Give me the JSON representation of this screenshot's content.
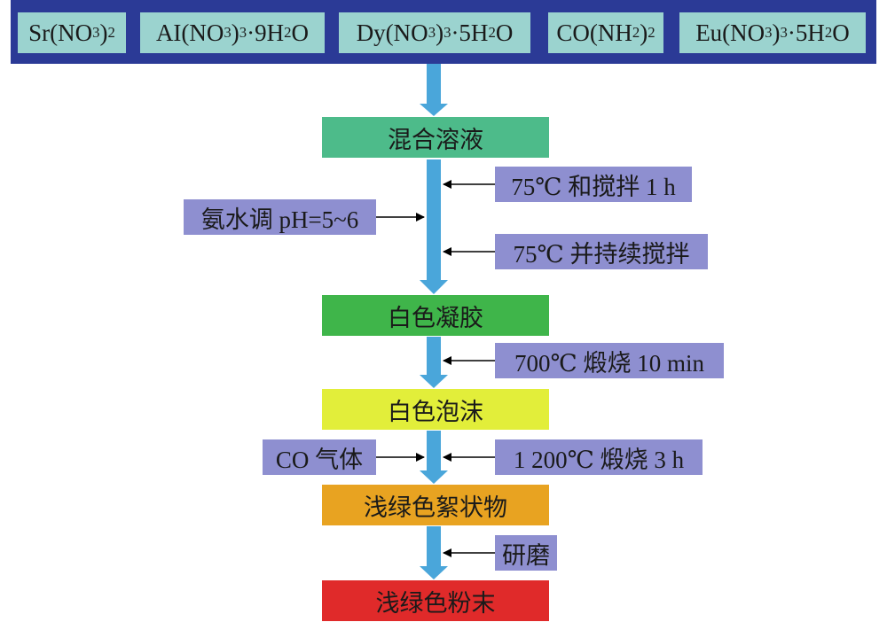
{
  "colors": {
    "header_bar": "#2b3a96",
    "reagent_box": "#9bd3cf",
    "condition_box": "#8e8fd0",
    "main_arrow": "#4aa6da",
    "side_arrow": "#000000",
    "step_mixed_solution": "#4dbb8a",
    "step_white_gel": "#3fb54a",
    "step_white_foam": "#e2ee3a",
    "step_floc": "#e8a321",
    "step_powder": "#e02a2a"
  },
  "reagents": [
    {
      "pre": "Sr(NO",
      "s1": "3",
      "mid": ")",
      "s2": "2",
      "post": ""
    },
    {
      "pre": "AI(NO",
      "s1": "3",
      "mid": ")",
      "s2": "3",
      "post": "·9H",
      "s3": "2",
      "tail": "O"
    },
    {
      "pre": "Dy(NO",
      "s1": "3",
      "mid": ")",
      "s2": "3",
      "post": "·5H",
      "s3": "2",
      "tail": "O"
    },
    {
      "pre": "CO(NH",
      "s1": "2",
      "mid": ")",
      "s2": "2",
      "post": ""
    },
    {
      "pre": "Eu(NO",
      "s1": "3",
      "mid": ")",
      "s2": "3",
      "post": "·5H",
      "s3": "2",
      "tail": "O"
    }
  ],
  "steps": {
    "mixed_solution": "混合溶液",
    "white_gel": "白色凝胶",
    "white_foam": "白色泡沫",
    "light_green_floc": "浅绿色絮状物",
    "light_green_powder": "浅绿色粉末"
  },
  "conditions": {
    "stir_1h": "75℃ 和搅拌 1 h",
    "ammonia_ph": "氨水调 pH=5~6",
    "continuous_stir": "75℃ 并持续搅拌",
    "calcine_700": "700℃ 煅烧 10 min",
    "co_gas": "CO 气体",
    "calcine_1200": "1 200℃ 煅烧 3 h",
    "grinding": "研磨"
  }
}
